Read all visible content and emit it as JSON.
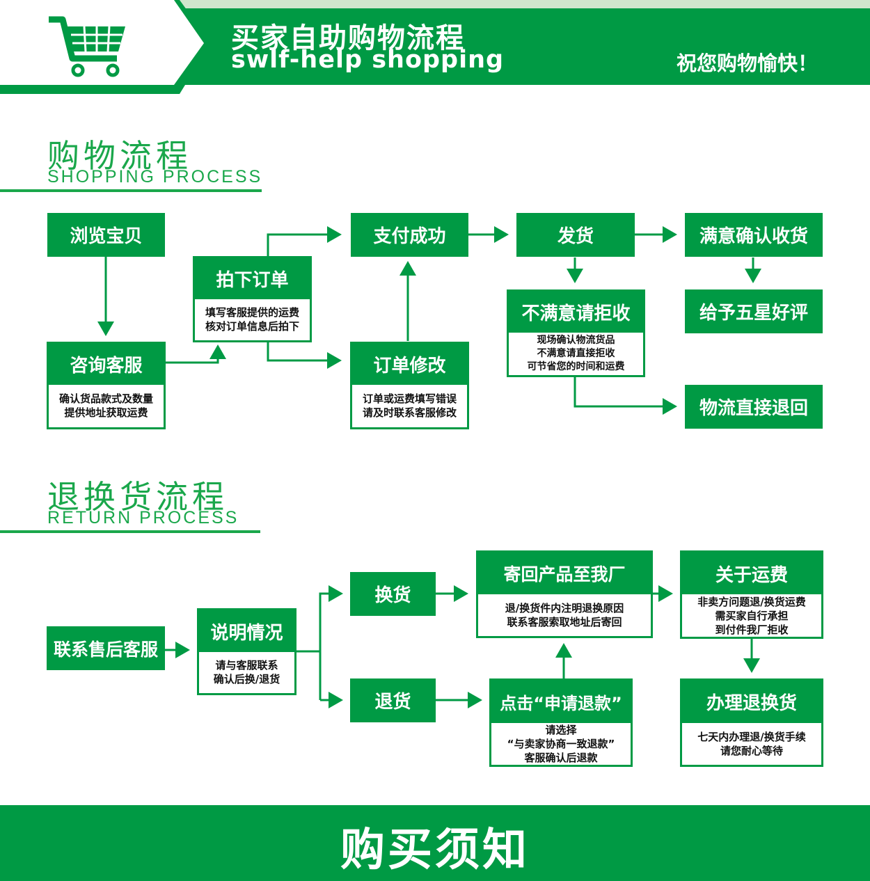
{
  "header": {
    "title": "买家自助购物流程",
    "subtitle": "swlf-help shopping",
    "slogan": "祝您购物愉快！",
    "colors": {
      "brand_green": "#009a44",
      "strip": "#cfe6cc"
    },
    "icon": "shopping-cart-icon"
  },
  "shopping": {
    "title_cn": "购物流程",
    "title_en": "SHOPPING PROCESS",
    "browse": "浏览宝贝",
    "consult": {
      "title": "咨询客服",
      "lines": [
        "确认货品款式及数量",
        "提供地址获取运费"
      ]
    },
    "order": {
      "title": "拍下订单",
      "lines": [
        "填写客服提供的运费",
        "核对订单信息后拍下"
      ]
    },
    "paid": "支付成功",
    "modify": {
      "title": "订单修改",
      "lines": [
        "订单或运费填写错误",
        "请及时联系客服修改"
      ]
    },
    "ship": "发货",
    "reject": {
      "title": "不满意请拒收",
      "lines": [
        "现场确认物流货品",
        "不满意请直接拒收",
        "可节省您的时间和运费"
      ]
    },
    "confirm": "满意确认收货",
    "review": "给予五星好评",
    "logistics_return": "物流直接退回"
  },
  "returns": {
    "title_cn": "退换货流程",
    "title_en": "RETURN PROCESS",
    "contact": "联系售后客服",
    "explain": {
      "title": "说明情况",
      "lines": [
        "请与客服联系",
        "确认后换/退货"
      ]
    },
    "exchange": "换货",
    "refund": "退货",
    "send_back": {
      "title": "寄回产品至我厂",
      "lines": [
        "退/换货件内注明退换原因",
        "联系客服索取地址后寄回"
      ]
    },
    "apply_refund": {
      "title": "点击“申请退款”",
      "lines": [
        "请选择",
        "“与卖家协商一致退款”",
        "客服确认后退款"
      ]
    },
    "shipping_fee": {
      "title": "关于运费",
      "lines": [
        "非卖方问题退/换货运费",
        "需买家自行承担",
        "到付件我厂拒收"
      ]
    },
    "process": {
      "title": "办理退换货",
      "lines": [
        "七天内办理退/换货手续",
        "请您耐心等待"
      ]
    }
  },
  "footer": {
    "text": "购买须知"
  }
}
